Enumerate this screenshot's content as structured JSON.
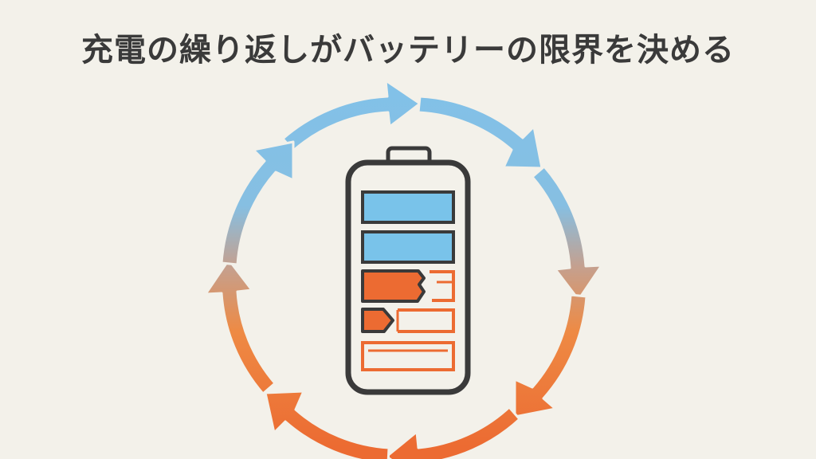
{
  "title": "充電の繰り返しがバッテリーの限界を決める",
  "colors": {
    "background": "#f3f1ea",
    "title_text": "#3a3a3a",
    "battery_outline": "#3a3a3a",
    "healthy_cell": "#79c3ea",
    "degraded_cell": "#ec6b32",
    "arrow_top": "#82c1e8",
    "arrow_middle": "#c5a08e",
    "arrow_bottom": "#ec6b32"
  },
  "icons": {
    "cycle": "circular-arrows-icon",
    "battery": "battery-icon"
  },
  "battery": {
    "cells": [
      {
        "state": "healthy",
        "color": "#79c3ea"
      },
      {
        "state": "healthy",
        "color": "#79c3ea"
      },
      {
        "state": "breaking",
        "color": "#ec6b32"
      },
      {
        "state": "breaking",
        "color": "#ec6b32"
      },
      {
        "state": "empty-outline",
        "color": "#ec6b32"
      }
    ]
  }
}
